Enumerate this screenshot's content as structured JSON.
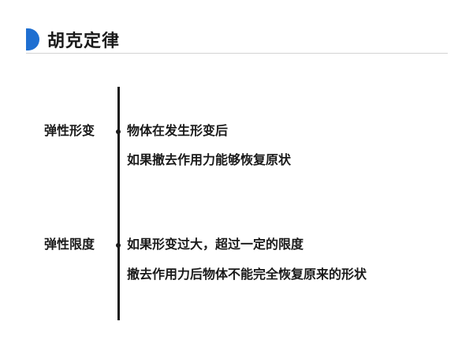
{
  "title": "胡克定律",
  "sections": [
    {
      "label": "弹性形变",
      "lines": [
        "物体在发生形变后",
        "如果撤去作用力能够恢复原状"
      ]
    },
    {
      "label": "弹性限度",
      "lines": [
        "如果形变过大，超过一定的限度",
        "撤去作用力后物体不能完全恢复原来的形状"
      ]
    }
  ],
  "colors": {
    "accent": "#1f6fd1",
    "text": "#1a1a1a",
    "rule": "#d3d3d3"
  }
}
